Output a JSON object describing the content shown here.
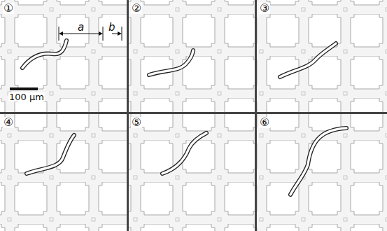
{
  "diagram": {
    "labels": [
      "①",
      "a",
      "b",
      "100 μm",
      "②",
      "③",
      "④",
      "⑤",
      "⑥"
    ]
  }
}
